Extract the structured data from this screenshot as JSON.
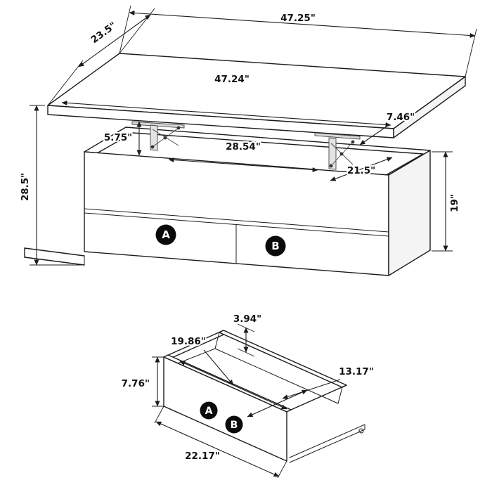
{
  "page": {
    "background": "#ffffff",
    "ink": "#1c1c1c",
    "badge_fill": "#0a0a0a",
    "badge_text_color": "#ffffff"
  },
  "table_figure": {
    "dimensions": {
      "top_width": "47.25\"",
      "top_depth": "23.5\"",
      "tabletop_width": "47.24\"",
      "lift_clearance": "5.75\"",
      "opening_width": "28.54\"",
      "opening_depth": "21.5\"",
      "lift_offset": "7.46\"",
      "overall_height": "28.5\"",
      "base_height": "19\""
    },
    "labels": {
      "drawer_a": "A",
      "drawer_b": "B"
    }
  },
  "drawer_figure": {
    "dimensions": {
      "panel_height": "3.94\"",
      "interior_width": "19.86\"",
      "interior_depth": "13.17\"",
      "front_height": "7.76\"",
      "front_width": "22.17\""
    },
    "labels": {
      "drawer_a": "A",
      "drawer_b": "B"
    }
  }
}
